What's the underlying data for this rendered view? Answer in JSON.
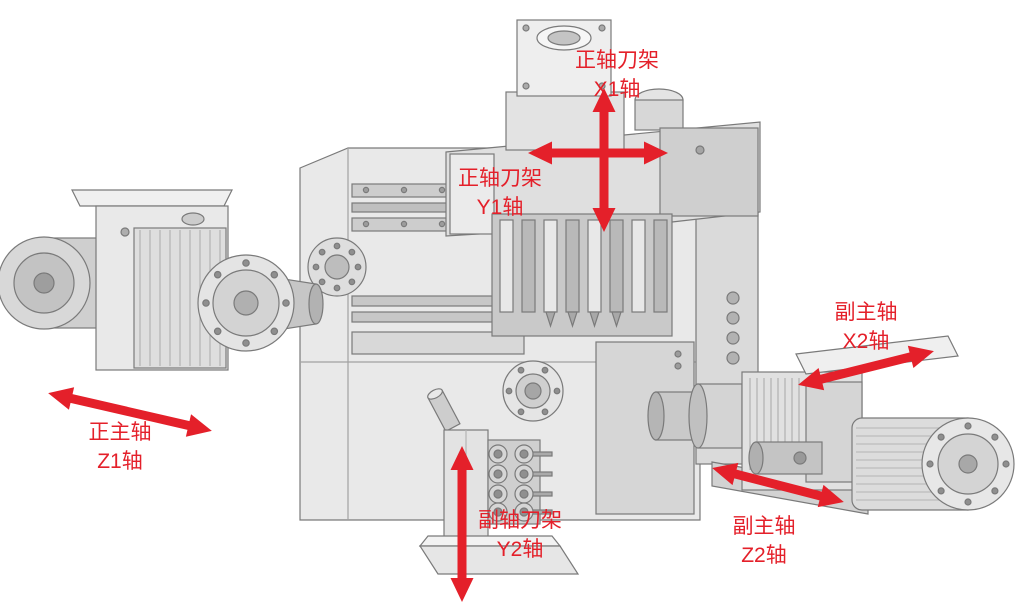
{
  "diagram": {
    "arrow_color": "#e4202a",
    "labels": {
      "x1": {
        "line1": "正轴刀架",
        "line2": "X1轴"
      },
      "y1": {
        "line1": "正轴刀架",
        "line2": "Y1轴"
      },
      "z1": {
        "line1": "正主轴",
        "line2": "Z1轴"
      },
      "x2": {
        "line1": "副主轴",
        "line2": "X2轴"
      },
      "z2": {
        "line1": "副主轴",
        "line2": "Z2轴"
      },
      "y2": {
        "line1": "副轴刀架",
        "line2": "Y2轴"
      }
    }
  }
}
